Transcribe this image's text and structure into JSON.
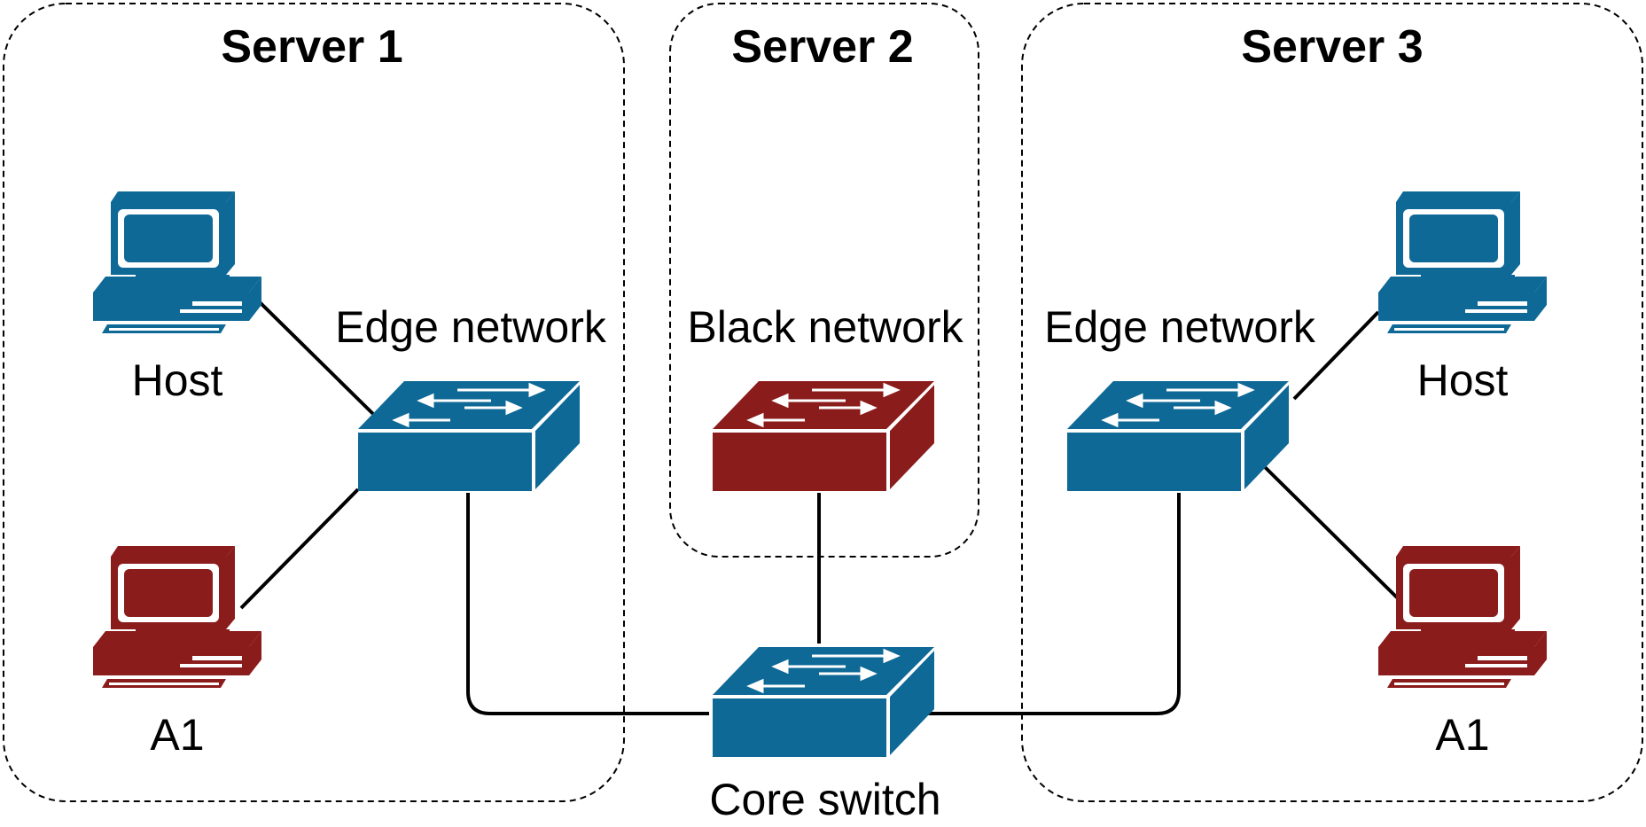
{
  "servers": [
    {
      "title": "Server 1"
    },
    {
      "title": "Server 2"
    },
    {
      "title": "Server 3"
    }
  ],
  "nodes": {
    "s1_host": {
      "label": "Host",
      "kind": "computer-icon",
      "color": "#0e6996"
    },
    "s1_a1": {
      "label": "A1",
      "kind": "computer-icon",
      "color": "#8b1c1c"
    },
    "s1_switch": {
      "label": "Edge network",
      "kind": "switch-icon",
      "color": "#0e6996"
    },
    "s2_switch": {
      "label": "Black network",
      "kind": "switch-icon",
      "color": "#8b1c1c"
    },
    "s3_switch": {
      "label": "Edge network",
      "kind": "switch-icon",
      "color": "#0e6996"
    },
    "s3_host": {
      "label": "Host",
      "kind": "computer-icon",
      "color": "#0e6996"
    },
    "s3_a1": {
      "label": "A1",
      "kind": "computer-icon",
      "color": "#8b1c1c"
    },
    "core": {
      "label": "Core switch",
      "kind": "switch-icon",
      "color": "#0e6996"
    }
  },
  "links": [
    [
      "s1_host",
      "s1_switch"
    ],
    [
      "s1_a1",
      "s1_switch"
    ],
    [
      "s1_switch",
      "core"
    ],
    [
      "s2_switch",
      "core"
    ],
    [
      "s3_switch",
      "core"
    ],
    [
      "s3_host",
      "s3_switch"
    ],
    [
      "s3_a1",
      "s3_switch"
    ]
  ]
}
